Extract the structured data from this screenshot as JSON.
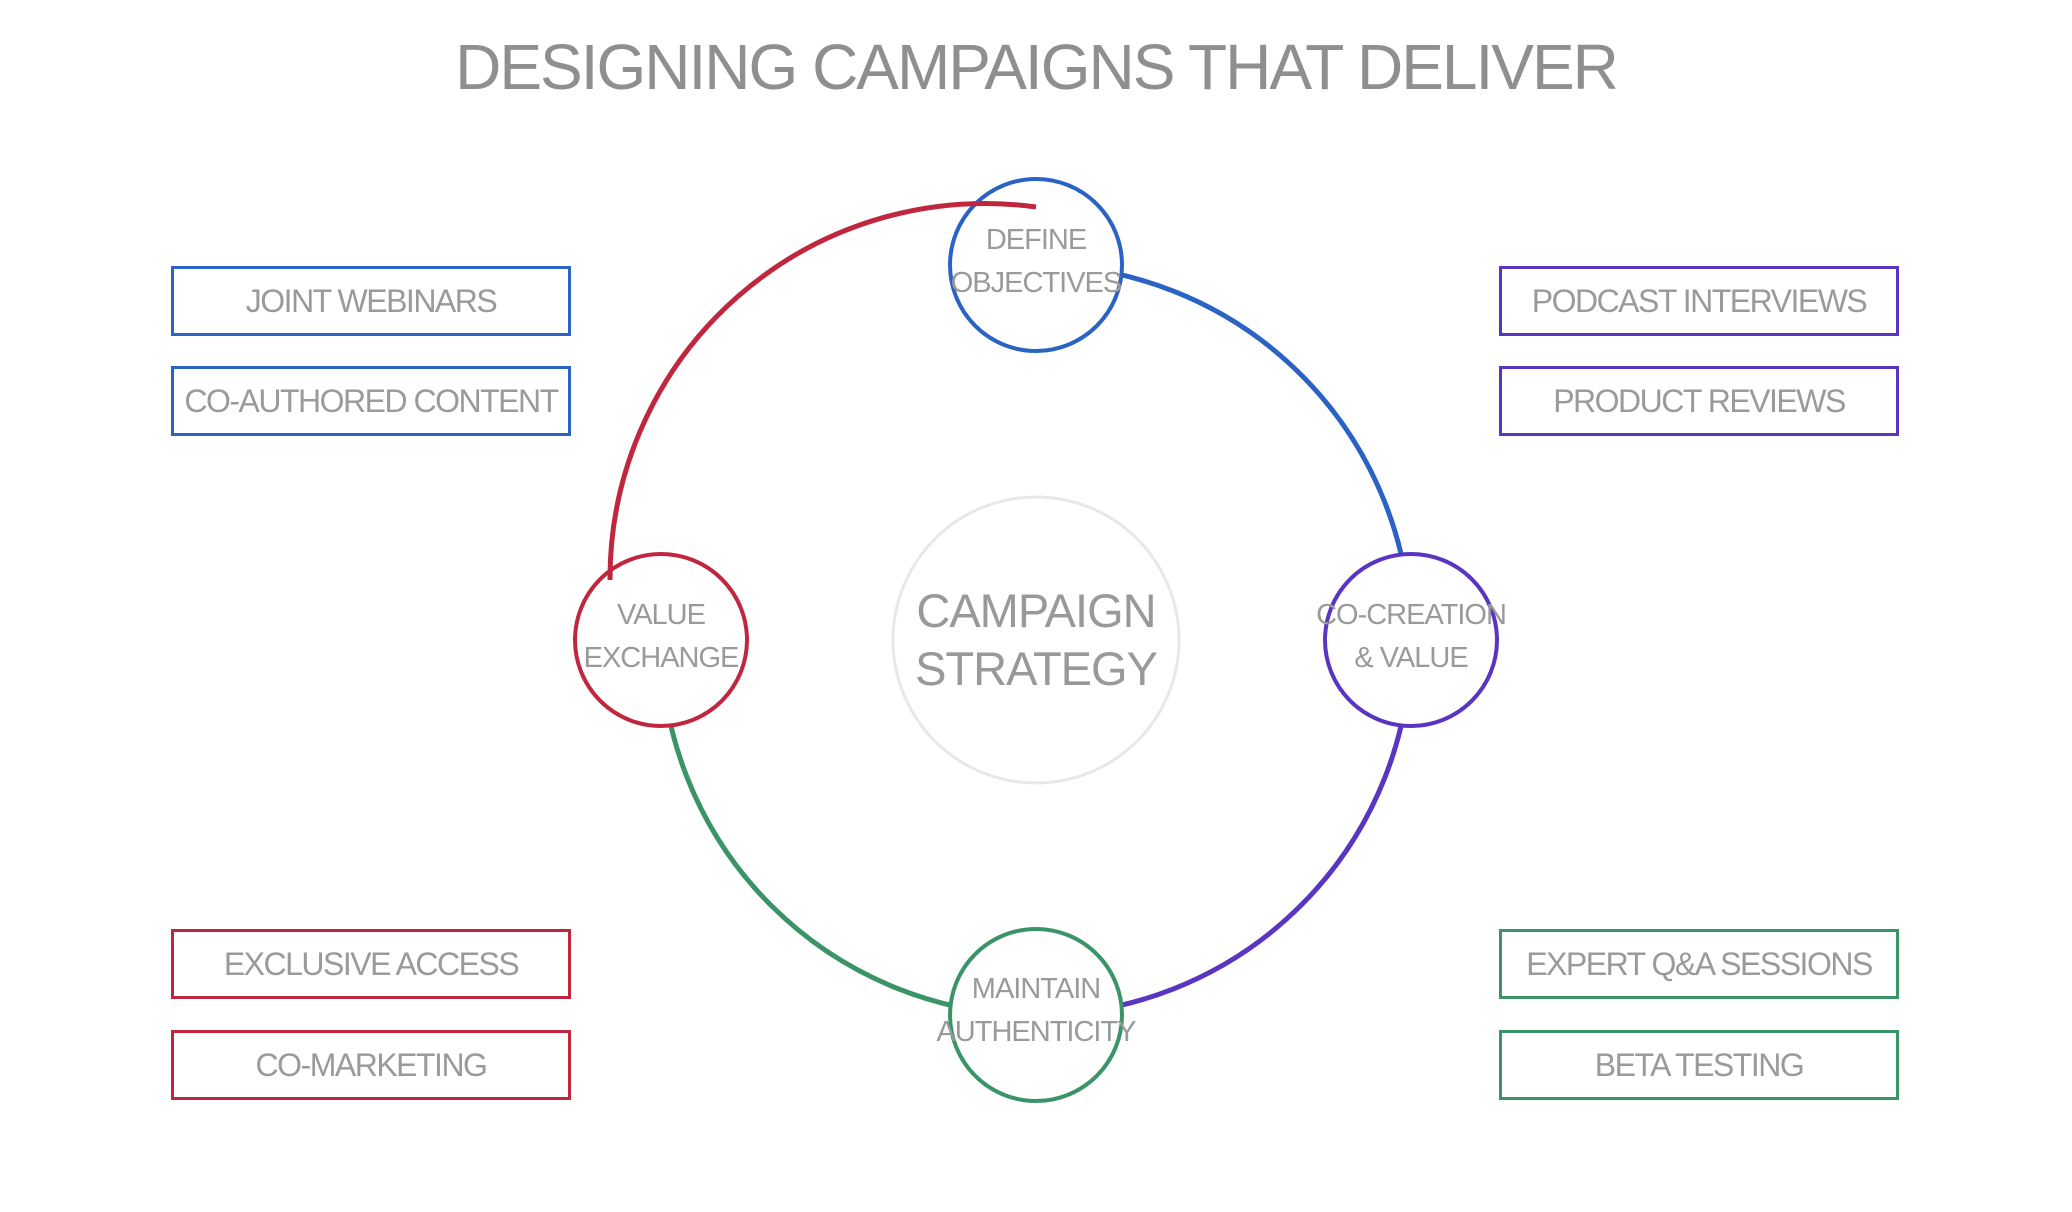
{
  "title": "DESIGNING CAMPAIGNS THAT DELIVER",
  "center": {
    "line1": "CAMPAIGN",
    "line2": "STRATEGY"
  },
  "colors": {
    "blue": "#2b63c4",
    "purple": "#5a35c2",
    "green": "#3a9467",
    "red": "#c0273f",
    "text": "#9a9a9a",
    "center_ring": "#e8e8e8"
  },
  "nodes": {
    "define": {
      "line1": "DEFINE",
      "line2": "OBJECTIVES",
      "color": "#2b63c4"
    },
    "cocreation": {
      "line1": "CO-CREATION",
      "line2": "& VALUE",
      "color": "#5a35c2"
    },
    "authenticity": {
      "line1": "MAINTAIN",
      "line2": "AUTHENTICITY",
      "color": "#3a9467"
    },
    "exchange": {
      "line1": "VALUE",
      "line2": "EXCHANGE",
      "color": "#c0273f"
    }
  },
  "tags": {
    "top_left": [
      "JOINT WEBINARS",
      "CO-AUTHORED CONTENT"
    ],
    "top_right": [
      "PODCAST INTERVIEWS",
      "PRODUCT REVIEWS"
    ],
    "bottom_left": [
      "EXCLUSIVE ACCESS",
      "CO-MARKETING"
    ],
    "bottom_right": [
      "EXPERT Q&A SESSIONS",
      "BETA TESTING"
    ]
  }
}
